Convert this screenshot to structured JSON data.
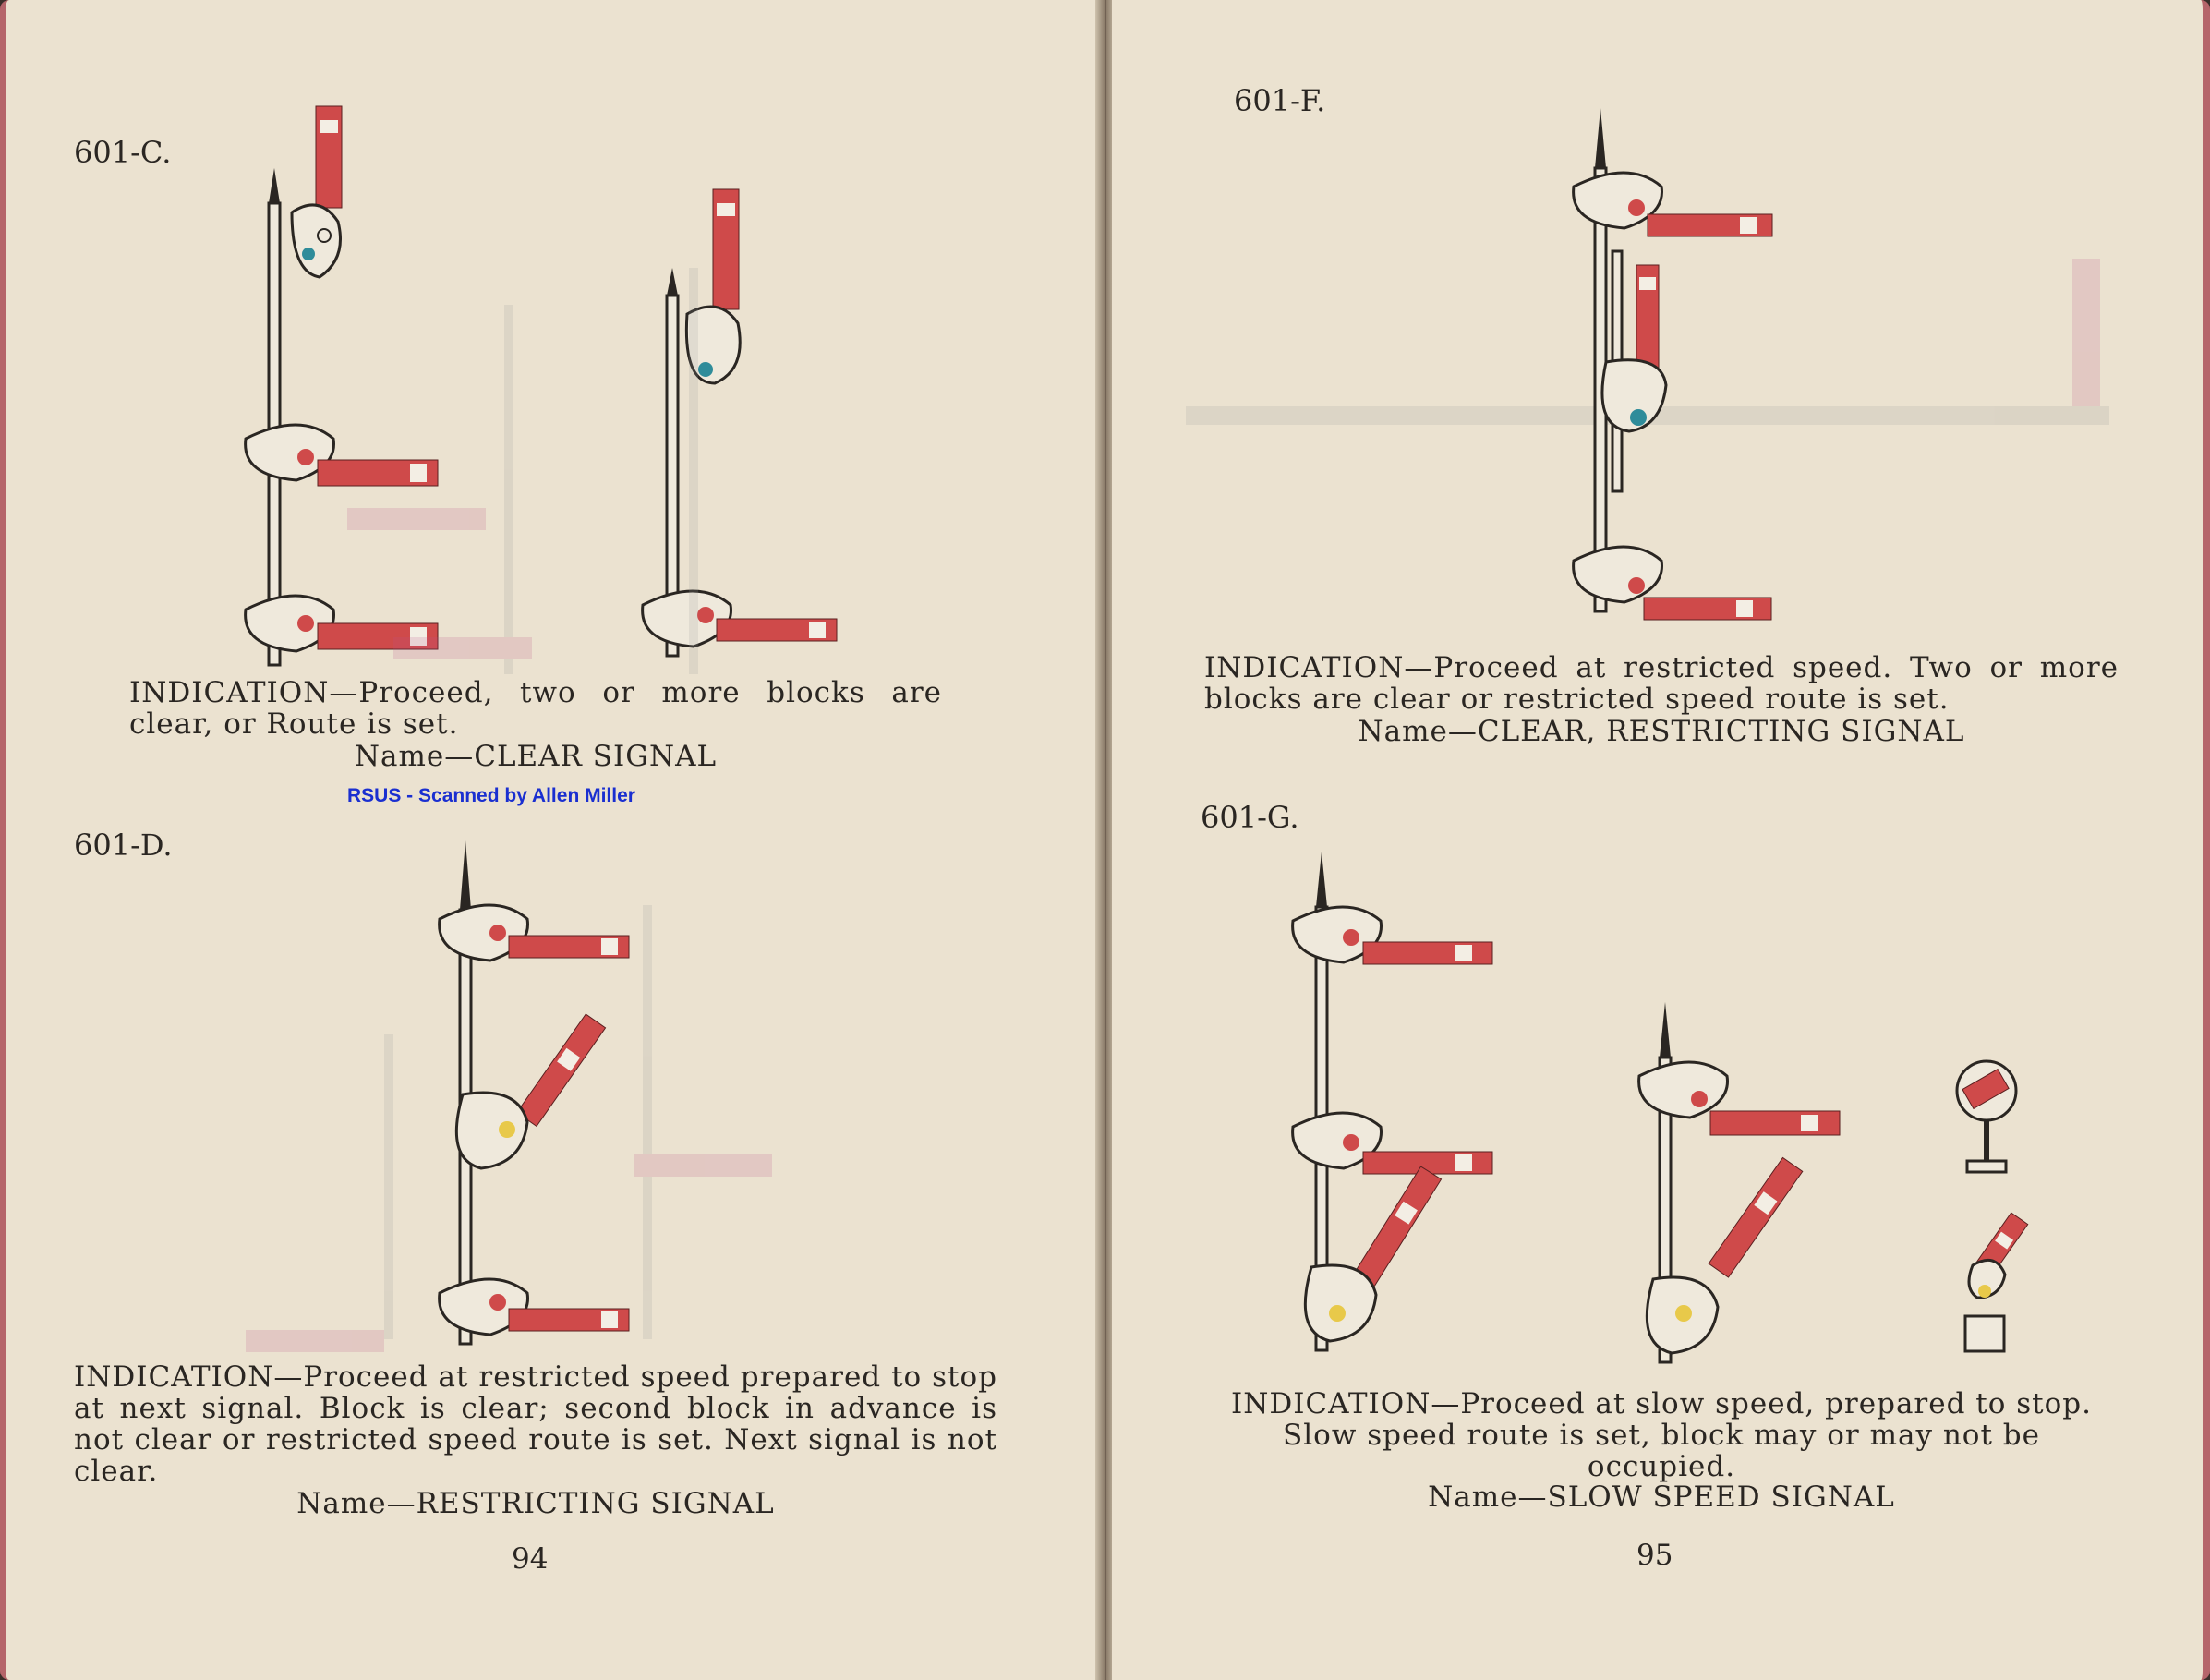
{
  "left_page": {
    "figures": [
      {
        "label": "601-C.",
        "indication": "INDICATION—Proceed, two or more blocks are clear, or Route is set.",
        "name": "Name—CLEAR SIGNAL"
      },
      {
        "label": "601-D.",
        "indication": "INDICATION—Proceed at restricted speed prepared to stop at next signal. Block is clear; second block in advance is not clear or restricted speed route is set. Next signal is not clear.",
        "name": "Name—RESTRICTING SIGNAL"
      }
    ],
    "page_number": "94",
    "watermark": "RSUS - Scanned by Allen Miller"
  },
  "right_page": {
    "figures": [
      {
        "label": "601-F.",
        "indication": "INDICATION—Proceed at restricted speed. Two or more blocks are clear or restricted speed route is set.",
        "name": "Name—CLEAR, RESTRICTING SIGNAL"
      },
      {
        "label": "601-G.",
        "indication": "INDICATION—Proceed at slow speed, prepared to stop. Slow speed route is set, block may or may not be occupied.",
        "name": "Name—SLOW SPEED SIGNAL"
      }
    ],
    "page_number": "95"
  },
  "colors": {
    "paper": "#ebe2d0",
    "semaphore_red": "#cf4a4a",
    "lens_green": "#2f8c9a",
    "lens_yellow": "#e8c94a",
    "ink": "#2a2622",
    "watermark_blue": "#1a2fd0"
  }
}
